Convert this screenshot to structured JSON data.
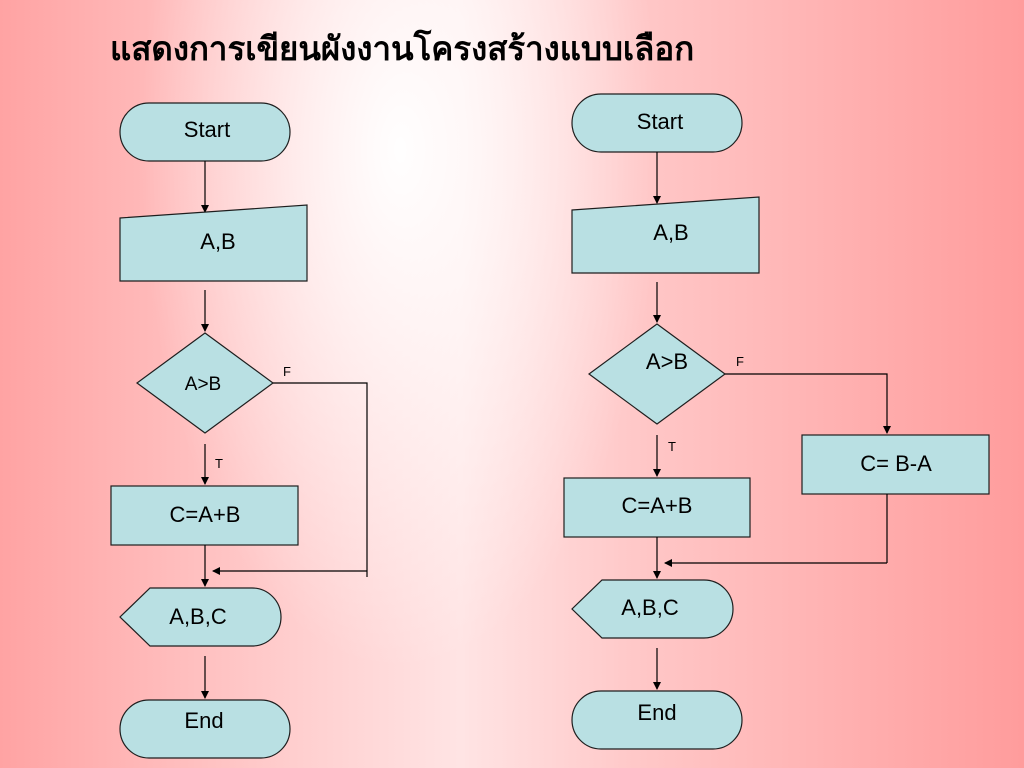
{
  "title": "แสดงการเขียนผังงานโครงสร้างแบบเลือก",
  "flowchart_left": {
    "start": "Start",
    "input": "A,B",
    "decision": "A>B",
    "false_label": "F",
    "true_label": "T",
    "process_true": "C=A+B",
    "output": "A,B,C",
    "end": "End"
  },
  "flowchart_right": {
    "start": "Start",
    "input": "A,B",
    "decision": "A>B",
    "false_label": "F",
    "true_label": "T",
    "process_true": "C=A+B",
    "process_false": "C= B-A",
    "output": "A,B,C",
    "end": "End"
  },
  "colors": {
    "shape_fill": "#b9e0e3",
    "background": "#ff9a9a"
  }
}
